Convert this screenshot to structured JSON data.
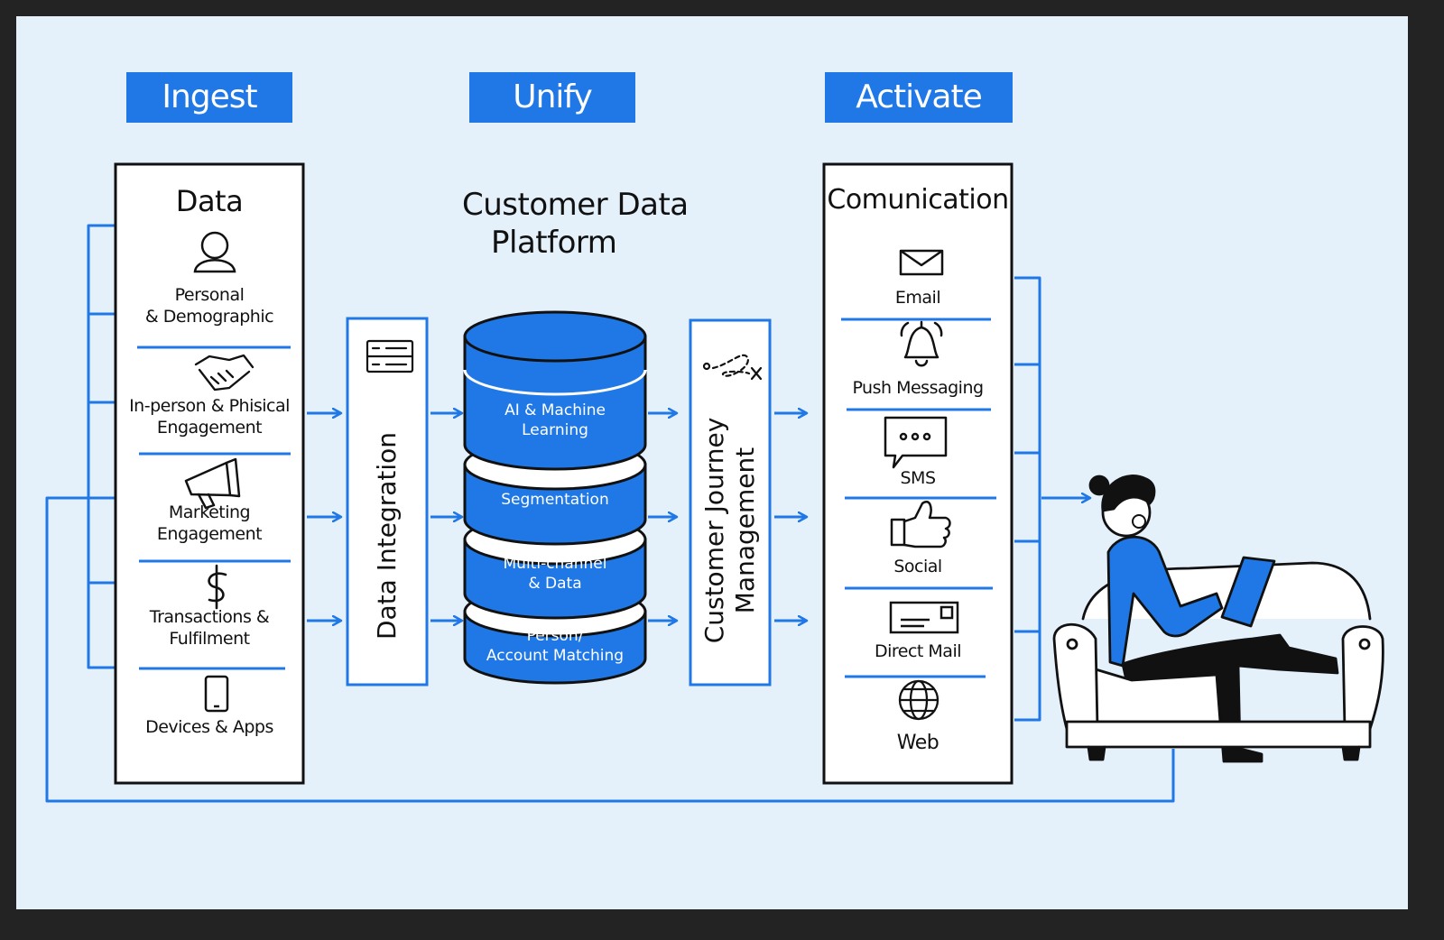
{
  "stages": {
    "ingest": "Ingest",
    "unify": "Unify",
    "activate": "Activate"
  },
  "data_panel": {
    "title": "Data",
    "items": [
      {
        "label_1": "Personal",
        "label_2": "& Demographic",
        "icon": "person-icon"
      },
      {
        "label_1": "In-person & Phisical",
        "label_2": "Engagement",
        "icon": "handshake-icon"
      },
      {
        "label_1": "Marketing",
        "label_2": "Engagement",
        "icon": "megaphone-icon"
      },
      {
        "label_1": "Transactions &",
        "label_2": "Fulfilment",
        "icon": "dollar-icon"
      },
      {
        "label_1": "Devices & Apps",
        "label_2": "",
        "icon": "phone-icon"
      }
    ]
  },
  "data_integration": {
    "label": "Data Integration",
    "icon": "server-icon"
  },
  "cdp": {
    "title_1": "Customer Data",
    "title_2": "Platform",
    "layers": [
      {
        "line_1": "AI & Machine",
        "line_2": "Learning"
      },
      {
        "line_1": "Segmentation",
        "line_2": ""
      },
      {
        "line_1": "Multi-channel",
        "line_2": "& Data"
      },
      {
        "line_1": "Person/",
        "line_2": "Account Matching"
      }
    ]
  },
  "journey": {
    "line_1": "Customer Journey",
    "line_2": "Management",
    "icon": "route-icon"
  },
  "communication_panel": {
    "title": "Comunication",
    "items": [
      {
        "label": "Email",
        "icon": "envelope-icon"
      },
      {
        "label": "Push Messaging",
        "icon": "bell-icon"
      },
      {
        "label": "SMS",
        "icon": "chat-bubble-icon"
      },
      {
        "label": "Social",
        "icon": "thumbs-up-icon"
      },
      {
        "label": "Direct Mail",
        "icon": "mail-envelope-icon"
      },
      {
        "label": "Web",
        "icon": "globe-icon"
      }
    ]
  },
  "customer": {
    "icon": "person-on-sofa-icon"
  },
  "colors": {
    "accent": "#1f78e6",
    "background": "#e4f1fb",
    "ink": "#111111",
    "frame": "#232323"
  }
}
